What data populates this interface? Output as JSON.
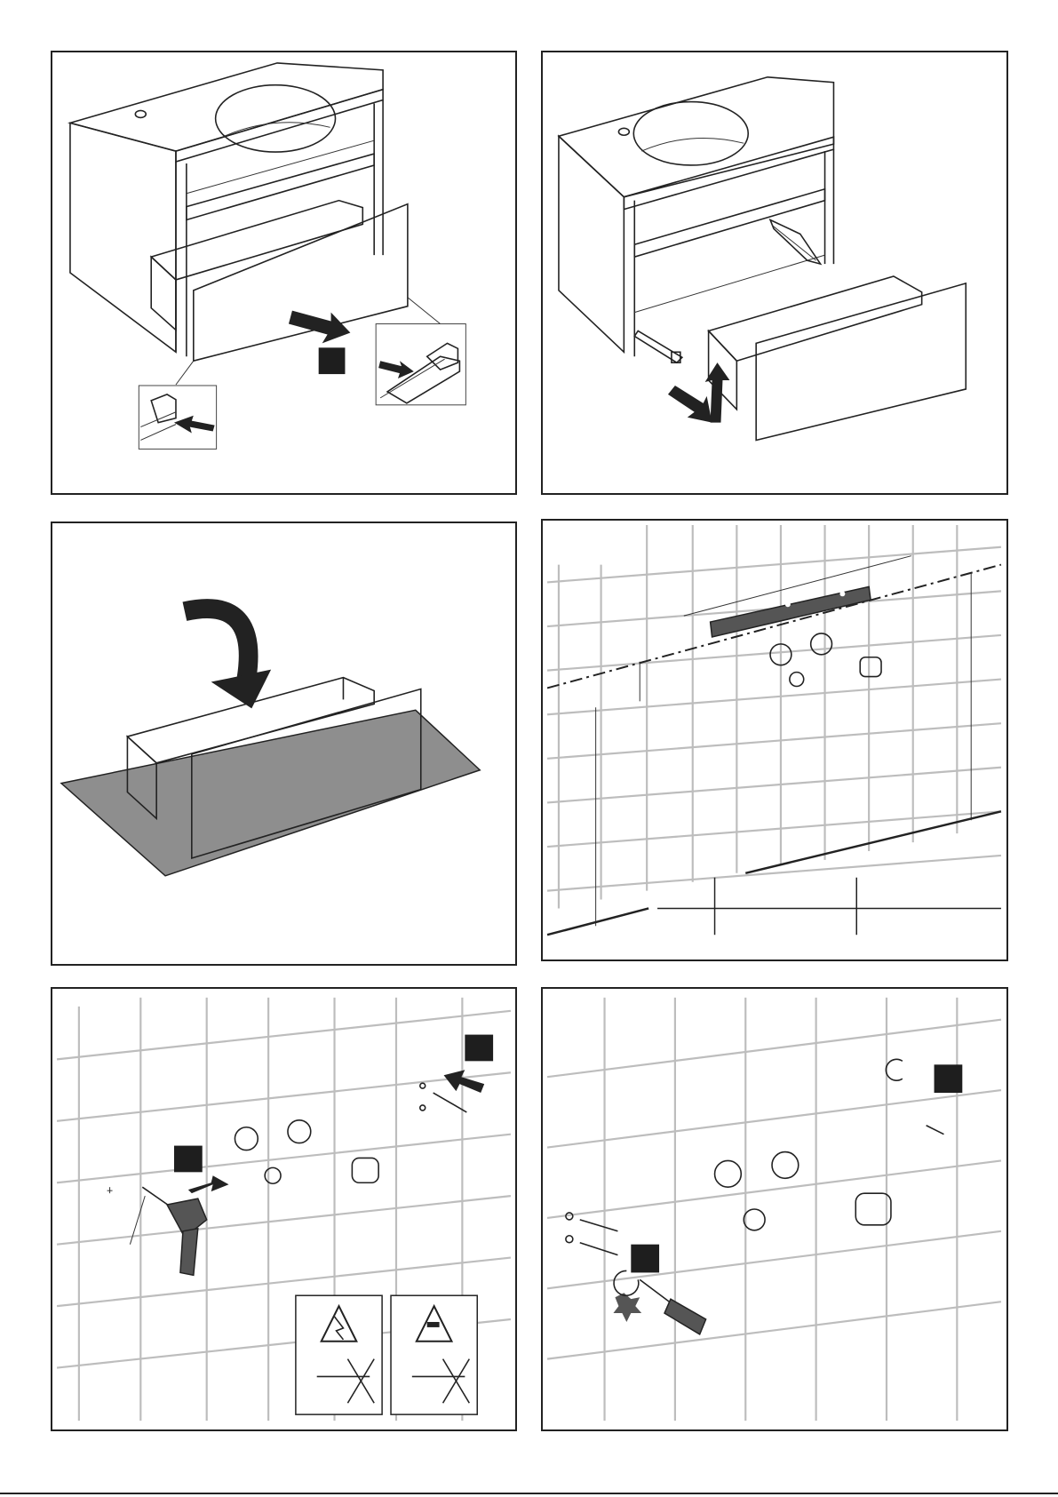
{
  "colors": {
    "outline": "#222222",
    "drawer_front": "#bdbebb",
    "floor_mat": "#8e8e8e",
    "step_marker": "#1e1e1e",
    "tile_grid": "#bdbdbd",
    "spirit_level": "#555555"
  },
  "panels": [
    {
      "id": "panel-1",
      "content": "remove-drawer-release-clips"
    },
    {
      "id": "panel-2",
      "content": "lift-drawer-off-runners"
    },
    {
      "id": "panel-3",
      "content": "set-drawer-aside-on-mat"
    },
    {
      "id": "panel-4",
      "content": "measure-and-level-wall-marks"
    },
    {
      "id": "panel-5",
      "content": "drill-holes-insert-plugs"
    },
    {
      "id": "panel-6",
      "content": "screw-in-hanger-bolts"
    }
  ],
  "icons": [
    "arrow-icon",
    "curved-arrow-icon",
    "spirit-level-icon",
    "drill-icon",
    "screwdriver-icon",
    "wall-plug-icon",
    "hanger-bolt-icon",
    "electric-warning-icon",
    "water-warning-icon",
    "valve-icon",
    "drain-outlet-icon"
  ]
}
